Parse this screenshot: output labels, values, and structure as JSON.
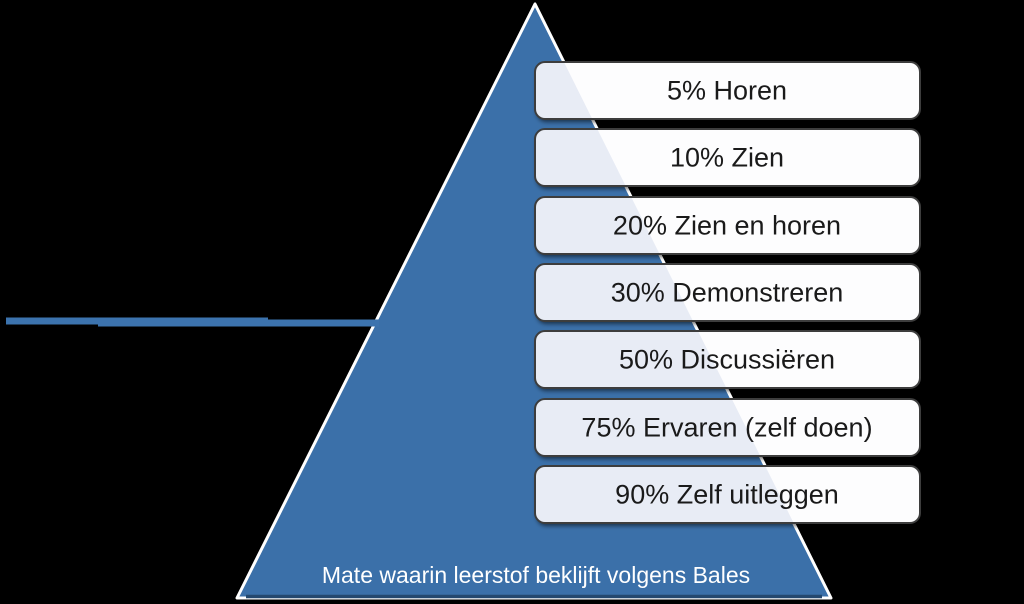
{
  "diagram": {
    "caption": "Mate waarin leerstof beklijft volgens Bales",
    "levels": [
      {
        "percent_value": 5,
        "method": "Horen",
        "label": "5% Horen"
      },
      {
        "percent_value": 10,
        "method": "Zien",
        "label": "10% Zien"
      },
      {
        "percent_value": 20,
        "method": "Zien en horen",
        "label": "20% Zien en horen"
      },
      {
        "percent_value": 30,
        "method": "Demonstreren",
        "label": "30% Demonstreren"
      },
      {
        "percent_value": 50,
        "method": "Discussiëren",
        "label": "50% Discussiëren"
      },
      {
        "percent_value": 75,
        "method": "Ervaren (zelf doen)",
        "label": "75% Ervaren (zelf doen)"
      },
      {
        "percent_value": 90,
        "method": "Zelf uitleggen",
        "label": "90% Zelf uitleggen"
      }
    ],
    "colors": {
      "background": "#000000",
      "pyramid_fill": "#3b70a9",
      "pyramid_outline": "#ffffff",
      "pyramid_base_edge": "#24486e",
      "level_box_fill": "#fdfdfe",
      "overlap_tint": "#e8ecf5",
      "level_box_border": "#3d3d3d",
      "label_text": "#1a1a1a",
      "caption_text": "#ffffff",
      "pointer_line": "#3c73ae"
    }
  }
}
